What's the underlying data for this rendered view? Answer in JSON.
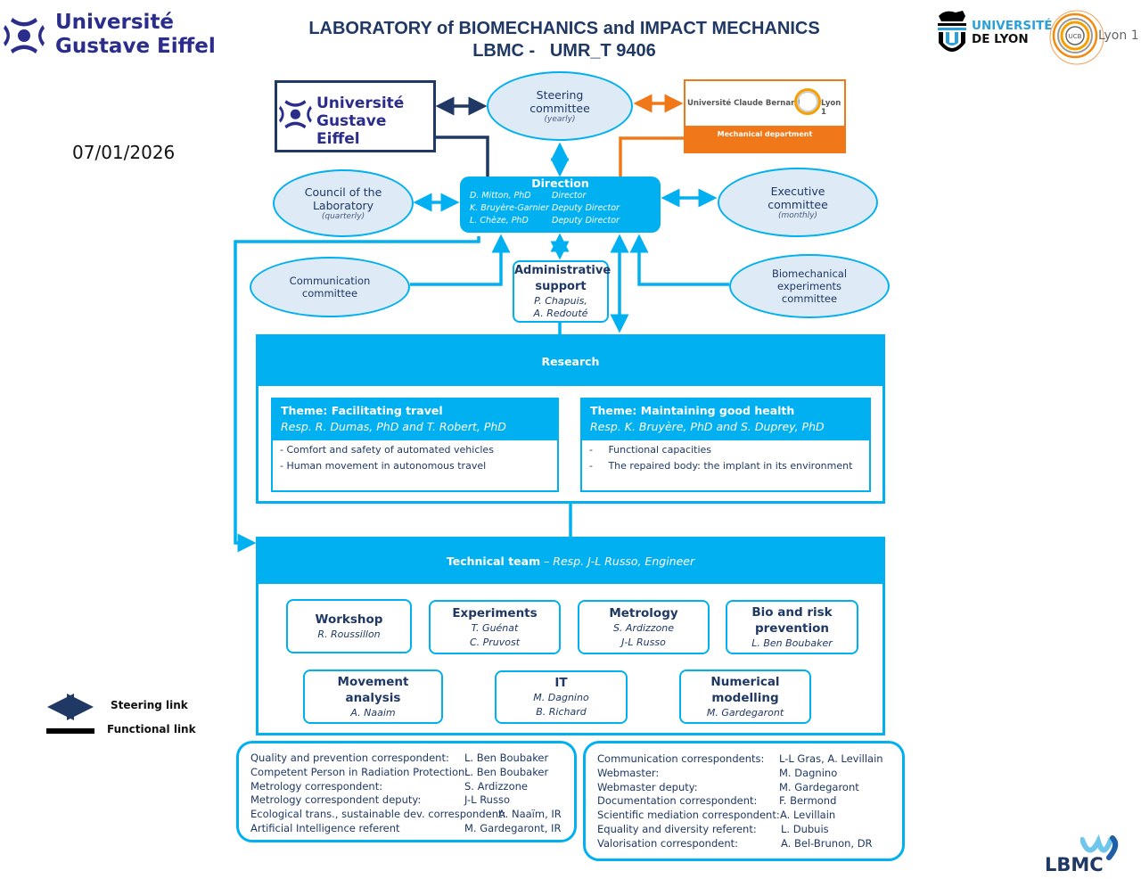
{
  "header": {
    "title_line1": "LABORATORY of BIOMECHANICS and IMPACT MECHANICS",
    "title_line2": "LBMC -   UMR_T 9406",
    "date": "07/01/2026"
  },
  "logos": {
    "uge_line1": "Université",
    "uge_line2": "Gustave Eiffel",
    "udl_line1": "UNIVERSITÉ",
    "udl_line2": "DE LYON",
    "lyon1": "Lyon 1",
    "lyon1_seal": "UCB",
    "lbmc": "LBMC"
  },
  "partners": {
    "uge_line1": "Université",
    "uge_line2": "Gustave Eiffel",
    "ucbl_name": "Université Claude Bernard",
    "ucbl_lyon": "Lyon 1",
    "ucbl_dept": "Mechanical department"
  },
  "steering": {
    "title": "Steering committee",
    "freq": "(yearly)"
  },
  "council": {
    "title": "Council of the Laboratory",
    "freq": "(quarterly)"
  },
  "executive": {
    "title": "Executive committee",
    "freq": "(monthly)"
  },
  "communication": {
    "title": "Communication committee"
  },
  "biomech": {
    "title": "Biomechanical experiments committee"
  },
  "direction": {
    "title": "Direction",
    "members": [
      {
        "name": "D. Mitton, PhD",
        "role": "Director"
      },
      {
        "name": "K. Bruyère-Garnier",
        "role": "Deputy Director"
      },
      {
        "name": "L. Chèze, PhD",
        "role": "Deputy Director"
      }
    ]
  },
  "admin": {
    "title": "Administrative support",
    "people": "P. Chapuis,",
    "people2": "A. Redouté"
  },
  "research": {
    "title": "Research",
    "themes": [
      {
        "title": "Theme: Facilitating travel",
        "resp": "Resp. R. Dumas, PhD and T. Robert, PhD",
        "items": [
          "- Comfort and safety of automated vehicles",
          "- Human movement in autonomous travel"
        ]
      },
      {
        "title": "Theme: Maintaining good health",
        "resp": "Resp. K. Bruyère, PhD and S. Duprey, PhD",
        "items": [
          "-     Functional capacities",
          "-     The repaired body: the implant in its environment"
        ]
      }
    ]
  },
  "technical": {
    "title": "Technical team",
    "resp": " – Resp. J-L Russo, Engineer",
    "teams": [
      {
        "name": "Workshop",
        "people": [
          "R. Roussillon"
        ]
      },
      {
        "name": "Experiments",
        "people": [
          "T. Guénat",
          "C. Pruvost"
        ]
      },
      {
        "name": "Metrology",
        "people": [
          "S. Ardizzone",
          "J-L Russo"
        ]
      },
      {
        "name": "Bio and risk prevention",
        "people": [
          "L. Ben Boubaker"
        ]
      },
      {
        "name": "Movement analysis",
        "people": [
          "A. Naaim"
        ]
      },
      {
        "name": "IT",
        "people": [
          "M. Dagnino",
          "B. Richard"
        ]
      },
      {
        "name": "Numerical modelling",
        "people": [
          "M. Gardegaront"
        ]
      }
    ]
  },
  "legend": {
    "steering": "Steering link",
    "functional": "Functional link"
  },
  "correspondents_left": [
    {
      "role": "Quality and prevention correspondent:",
      "name": "L. Ben Boubaker"
    },
    {
      "role": "Competent Person in Radiation Protection:",
      "name": "L. Ben Boubaker"
    },
    {
      "role": "Metrology correspondent:",
      "name": "S. Ardizzone"
    },
    {
      "role": "Metrology correspondent deputy:",
      "name": "J-L Russo"
    },
    {
      "role": "Ecological trans., sustainable dev. correspondent:",
      "name": "A. Naaïm, IR"
    },
    {
      "role": "Artificial Intelligence referent",
      "name": "M. Gardegaront, IR"
    }
  ],
  "correspondents_right": [
    {
      "role": "Communication correspondents:",
      "name": "L-L Gras, A. Levillain"
    },
    {
      "role": "Webmaster:",
      "name": "M. Dagnino"
    },
    {
      "role": "Webmaster deputy:",
      "name": "M. Gardegaront"
    },
    {
      "role": "Documentation correspondent:",
      "name": "F. Bermond"
    },
    {
      "role": "Scientific mediation correspondent:",
      "name": "A. Levillain"
    },
    {
      "role": "Equality and diversity referent:",
      "name": "L. Dubuis"
    },
    {
      "role": "Valorisation correspondent:",
      "name": "A. Bel-Brunon, DR"
    }
  ],
  "colors": {
    "blue": "#00b0f0",
    "navy": "#1f3864",
    "ellipse_fill": "#deebf7",
    "orange": "#f07819",
    "uge": "#2b2d8c"
  }
}
